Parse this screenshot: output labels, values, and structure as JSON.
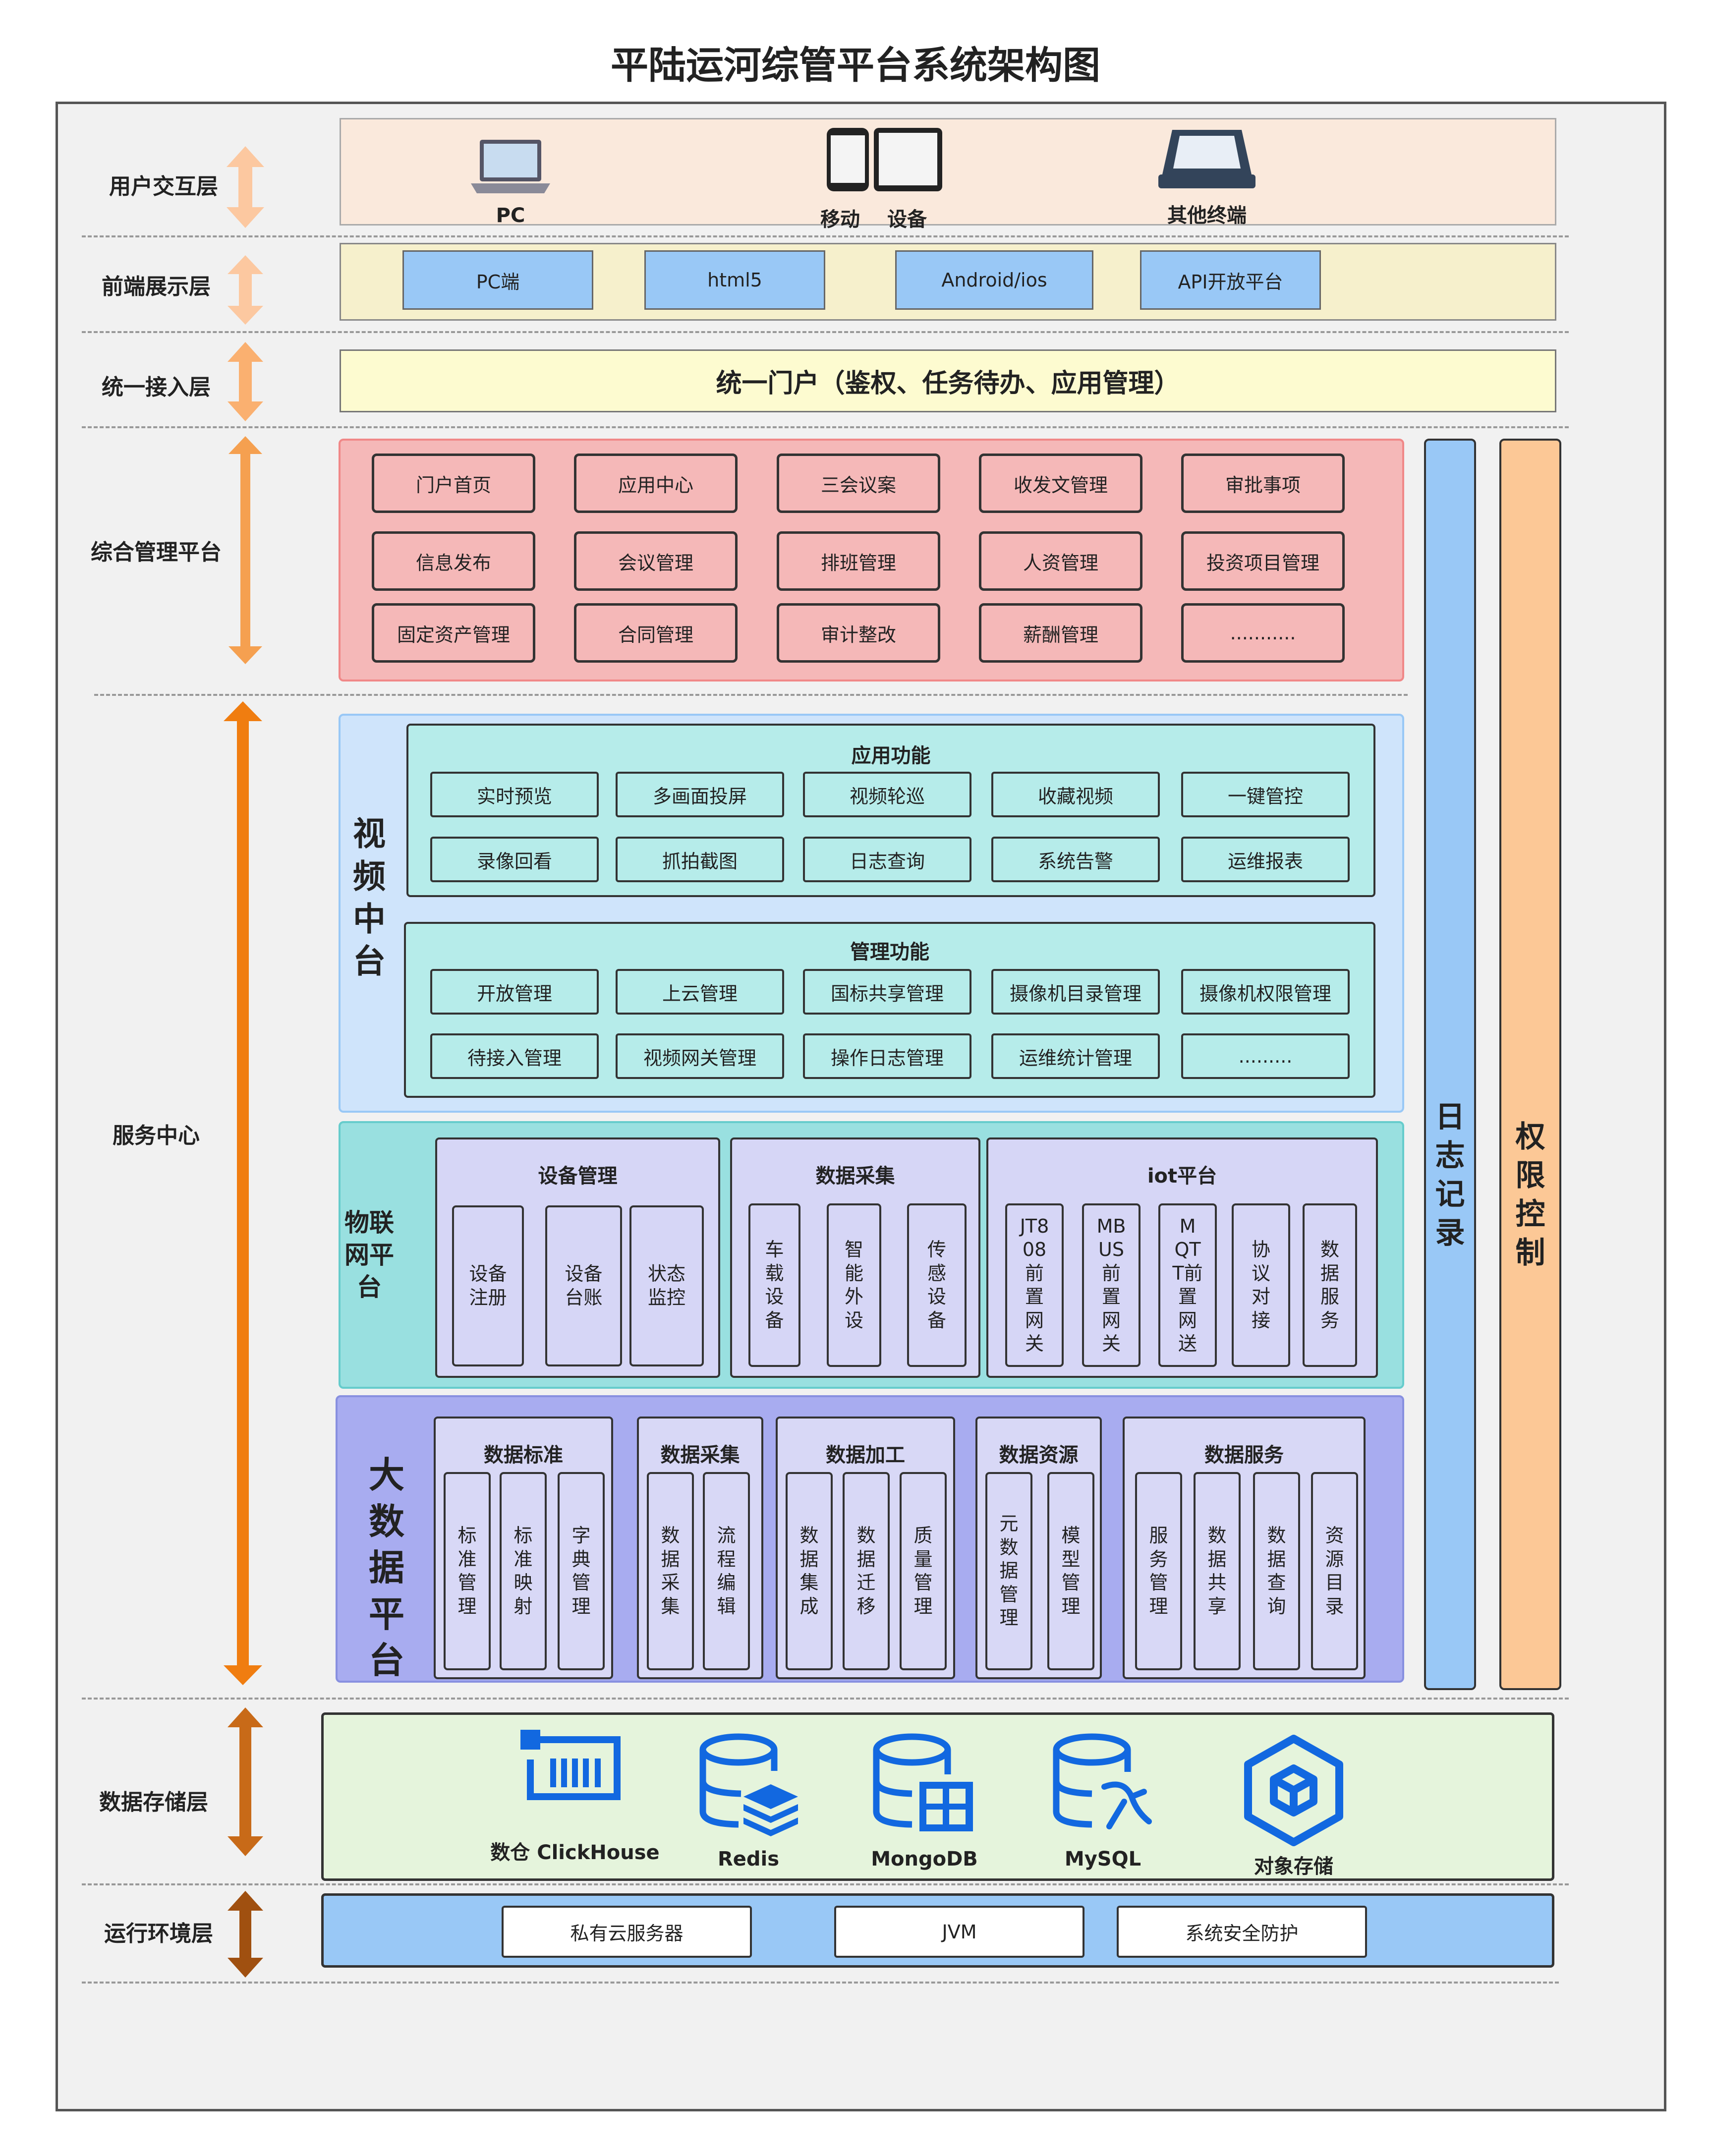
{
  "title": "平陆运河综管平台系统架构图",
  "layers": {
    "user": "用户交互层",
    "frontend": "前端展示层",
    "access": "统一接入层",
    "mgmt": "综合管理平台",
    "service": "服务中心",
    "storage": "数据存储层",
    "runtime": "运行环境层"
  },
  "user_devices": {
    "pc": "PC",
    "mobile": "移动",
    "device": "设备",
    "other": "其他终端"
  },
  "frontend_items": [
    "PC端",
    "html5",
    "Android/ios",
    "API开放平台"
  ],
  "portal": "统一门户（鉴权、任务待办、应用管理）",
  "mgmt_items": [
    "门户首页",
    "应用中心",
    "三会议案",
    "收发文管理",
    "审批事项",
    "信息发布",
    "会议管理",
    "排班管理",
    "人资管理",
    "投资项目管理",
    "固定资产管理",
    "合同管理",
    "审计整改",
    "薪酬管理",
    "..........."
  ],
  "video": {
    "title": [
      "视",
      "频",
      "中",
      "台"
    ],
    "app_title": "应用功能",
    "app_items": [
      "实时预览",
      "多画面投屏",
      "视频轮巡",
      "收藏视频",
      "一键管控",
      "录像回看",
      "抓拍截图",
      "日志查询",
      "系统告警",
      "运维报表"
    ],
    "mgmt_title": "管理功能",
    "mgmt_items": [
      "开放管理",
      "上云管理",
      "国标共享管理",
      "摄像机目录管理",
      "摄像机权限管理",
      "待接入管理",
      "视频网关管理",
      "操作日志管理",
      "运维统计管理",
      "........."
    ]
  },
  "iot": {
    "title": [
      "物联",
      "网平",
      "台"
    ],
    "groups": [
      {
        "title": "设备管理",
        "items": [
          [
            "设备",
            "注册"
          ],
          [
            "设备",
            "台账"
          ],
          [
            "状态",
            "监控"
          ]
        ]
      },
      {
        "title": "数据采集",
        "items": [
          [
            "车",
            "载",
            "设",
            "备"
          ],
          [
            "智",
            "能",
            "外",
            "设"
          ],
          [
            "传",
            "感",
            "设",
            "备"
          ]
        ]
      },
      {
        "title": "iot平台",
        "items": [
          [
            "JT8",
            "08",
            "前",
            "置",
            "网",
            "关"
          ],
          [
            "MB",
            "US",
            "前",
            "置",
            "网",
            "关"
          ],
          [
            "M",
            "QT",
            "T前",
            "置",
            "网",
            "送"
          ],
          [
            "协",
            "议",
            "对",
            "接"
          ],
          [
            "数",
            "据",
            "服",
            "务"
          ]
        ]
      }
    ]
  },
  "bigdata": {
    "title": [
      "大",
      "数",
      "据",
      "平",
      "台"
    ],
    "groups": [
      {
        "title": "数据标准",
        "items": [
          [
            "标",
            "准",
            "管",
            "理"
          ],
          [
            "标",
            "准",
            "映",
            "射"
          ],
          [
            "字",
            "典",
            "管",
            "理"
          ]
        ]
      },
      {
        "title": "数据采集",
        "items": [
          [
            "数",
            "据",
            "采",
            "集"
          ],
          [
            "流",
            "程",
            "编",
            "辑"
          ]
        ]
      },
      {
        "title": "数据加工",
        "items": [
          [
            "数",
            "据",
            "集",
            "成"
          ],
          [
            "数",
            "据",
            "迁",
            "移"
          ],
          [
            "质",
            "量",
            "管",
            "理"
          ]
        ]
      },
      {
        "title": "数据资源",
        "items": [
          [
            "元",
            "数",
            "据",
            "管",
            "理"
          ],
          [
            "模",
            "型",
            "管",
            "理"
          ]
        ]
      },
      {
        "title": "数据服务",
        "items": [
          [
            "服",
            "务",
            "管",
            "理"
          ],
          [
            "数",
            "据",
            "共",
            "享"
          ],
          [
            "数",
            "据",
            "查",
            "询"
          ],
          [
            "资",
            "源",
            "目",
            "录"
          ]
        ]
      }
    ]
  },
  "side": {
    "log": [
      "日",
      "志",
      "记",
      "录"
    ],
    "auth": [
      "权",
      "限",
      "控",
      "制"
    ]
  },
  "storage_items": [
    "数仓 ClickHouse",
    "Redis",
    "MongoDB",
    "MySQL",
    "对象存储"
  ],
  "runtime_items": [
    "私有云服务器",
    "JVM",
    "系统安全防护"
  ],
  "colors": {
    "user_bg": "#fae9dc",
    "frontend_bg": "#f6f0cc",
    "portal_bg": "#fdfbd0",
    "mgmt_bg": "#f5b8b8",
    "video_bg": "#cfe4fb",
    "video_inner": "#b6ecea",
    "iot_bg": "#99e0e0",
    "iot_inner": "#d6d6f6",
    "big_bg": "#a8acf0",
    "big_inner": "#d8d8f6",
    "log_bg": "#99c8f6",
    "auth_bg": "#fcc896",
    "storage_bg": "#e5f4dc",
    "runtime_bg": "#99c8f6",
    "icon_blue": "#1268e0"
  }
}
